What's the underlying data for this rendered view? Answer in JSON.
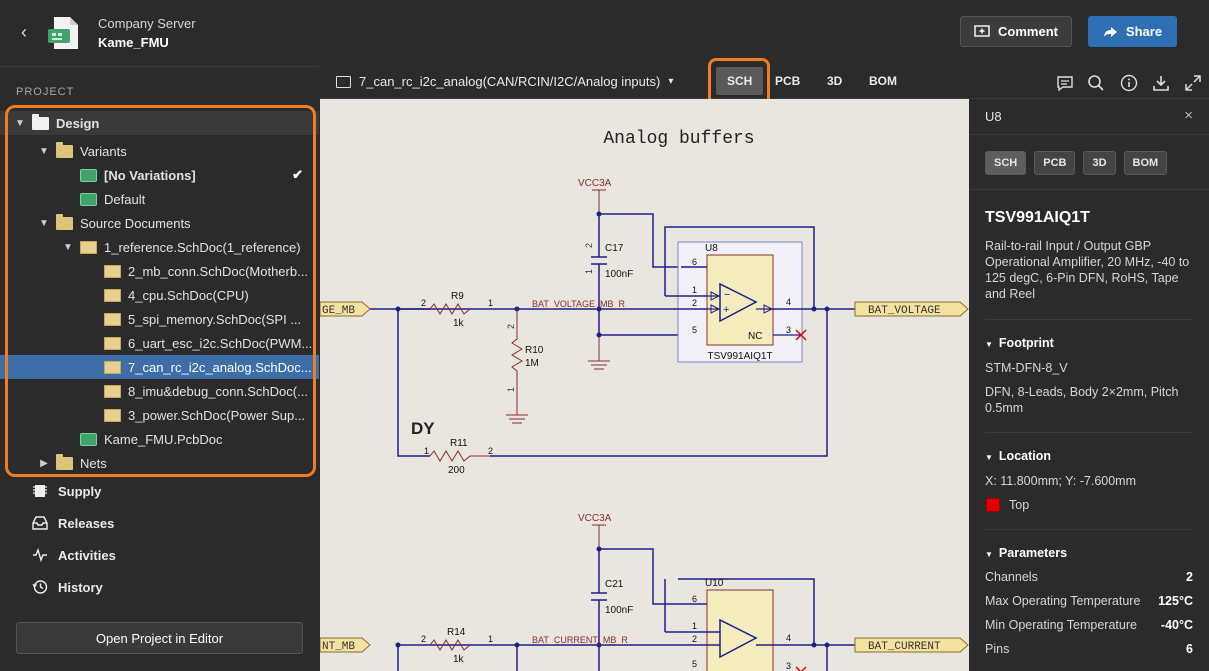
{
  "header": {
    "org_name": "Company Server",
    "project_name": "Kame_FMU",
    "comment_label": "Comment",
    "share_label": "Share"
  },
  "sidebar": {
    "section_label": "PROJECT",
    "tree": [
      {
        "label": "Design"
      },
      {
        "label": "Variants"
      },
      {
        "label": "[No Variations]"
      },
      {
        "label": "Default"
      },
      {
        "label": "Source Documents"
      },
      {
        "label": "1_reference.SchDoc(1_reference)"
      },
      {
        "label": "2_mb_conn.SchDoc(Motherb..."
      },
      {
        "label": "4_cpu.SchDoc(CPU)"
      },
      {
        "label": "5_spi_memory.SchDoc(SPI ..."
      },
      {
        "label": "6_uart_esc_i2c.SchDoc(PWM..."
      },
      {
        "label": "7_can_rc_i2c_analog.SchDoc..."
      },
      {
        "label": "8_imu&debug_conn.SchDoc(..."
      },
      {
        "label": "3_power.SchDoc(Power Sup..."
      },
      {
        "label": "Kame_FMU.PcbDoc"
      },
      {
        "label": "Nets"
      }
    ],
    "nav": [
      "Supply",
      "Releases",
      "Activities",
      "History"
    ],
    "open_editor_label": "Open Project in Editor"
  },
  "docbar": {
    "document": "7_can_rc_i2c_analog(CAN/RCIN/I2C/Analog inputs)",
    "tabs": [
      "SCH",
      "PCB",
      "3D",
      "BOM"
    ],
    "active_tab": "SCH"
  },
  "schematic": {
    "title": "Analog buffers",
    "vcc1": "VCC3A",
    "vcc2": "VCC3A",
    "c17": "C17",
    "c17_val": "100nF",
    "c21": "C21",
    "c21_val": "100nF",
    "u8": "U8",
    "u8_part": "TSV991AIQ1T",
    "u10": "U10",
    "r9": "R9",
    "r9_val": "1k",
    "r10": "R10",
    "r10_val": "1M",
    "r11": "R11",
    "r11_val": "200",
    "r14": "R14",
    "r14_val": "1k",
    "net1": "BAT_VOLTAGE_MB_R",
    "net2": "BAT_CURRENT_MB_R",
    "port_in1": "GE_MB",
    "port_out1": "BAT_VOLTAGE",
    "port_in2": "NT_MB",
    "port_out2": "BAT_CURRENT",
    "nc": "NC",
    "dy": "DY",
    "pins": {
      "p1": "1",
      "p2": "2",
      "p3": "3",
      "p4": "4",
      "p5": "5",
      "p6": "6"
    }
  },
  "panel": {
    "title": "U8",
    "close": "×",
    "tabs": [
      "SCH",
      "PCB",
      "3D",
      "BOM"
    ],
    "part_number": "TSV991AIQ1T",
    "description": "Rail-to-rail Input / Output GBP Operational Amplifier, 20 MHz, -40 to 125 degC, 6-Pin DFN, RoHS, Tape and Reel",
    "footprint_header": "Footprint",
    "footprint_name": "STM-DFN-8_V",
    "footprint_desc": "DFN, 8-Leads, Body 2×2mm, Pitch 0.5mm",
    "location_header": "Location",
    "location_xy": "X: 11.800mm; Y: -7.600mm",
    "location_side": "Top",
    "location_side_color": "#e00000",
    "parameters_header": "Parameters",
    "parameters": [
      {
        "name": "Channels",
        "value": "2"
      },
      {
        "name": "Max Operating Temperature",
        "value": "125°C"
      },
      {
        "name": "Min Operating Temperature",
        "value": "-40°C"
      },
      {
        "name": "Pins",
        "value": "6"
      }
    ]
  },
  "colors": {
    "accent_highlight": "#f07d22",
    "selection": "#3d6ea8",
    "share_button": "#2f6fb3",
    "wire": "#1f1f8c"
  }
}
